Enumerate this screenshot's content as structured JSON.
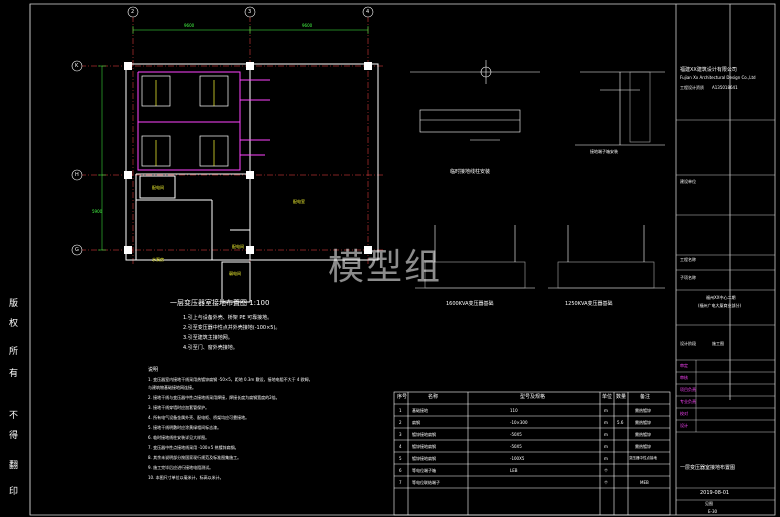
{
  "axes": {
    "col_labels": [
      "2",
      "3",
      "4"
    ],
    "row_labels": [
      "K",
      "H",
      "G"
    ],
    "dim_top_left": "9600",
    "dim_top_right": "9600",
    "dim_side": "5900"
  },
  "plan": {
    "title": "一层变压器室接地布置图 1:100",
    "notes": [
      "1.引上与设备外壳、桥架 PE 可靠接地。",
      "2.引至变压器中性点并外壳接地(-100×5)。",
      "3.引至建筑主接地网。",
      "4.引至门、窗外壳接地。"
    ],
    "room_labels": [
      "配电间",
      "水泵房",
      "配电间",
      "配电室",
      "配电间",
      "弱电间",
      "配电间"
    ]
  },
  "detail": {
    "title": "临时接地线柱安装",
    "section_title": "接地端子箱安装",
    "label_1600": "1600KVA变压器基础",
    "label_1250": "1250KVA变压器基础"
  },
  "description": {
    "title": "说明",
    "lines": [
      "1. 变压器室内接地干线采用热镀锌扁钢 -50×5，距地 0.3m 敷设，接地电阻不大于 4 欧姆，",
      "   与建筑物基础接地网连接。",
      "2. 接地干线与变压器中性点接地线采用焊接，焊接长度为扁钢宽度的2倍。",
      "3. 接地干线穿墙时应加套管保护。",
      "4. 所有电气设备金属外壳、配电柜、桥架均应可靠接地。",
      "5. 接地干线明敷时应涂黄绿相间标志漆。",
      "6. 临时接地线柱安装详见大样图。",
      "7. 变压器中性点接地线采用 -100×5 热镀锌扁钢。",
      "8. 其余未说明部分按国家现行规范及标准图集施工。",
      "9. 施工完毕后应进行接地电阻测试。",
      "10. 本图尺寸单位以毫米计，标高以米计。"
    ]
  },
  "table": {
    "headers": [
      "序号",
      "名称",
      "型号及规格",
      "单位",
      "数量",
      "备注"
    ],
    "rows": [
      [
        "1",
        "基础接地",
        "110",
        "m",
        "",
        "需热镀锌"
      ],
      [
        "2",
        "扁钢",
        "-10×300",
        "m",
        "5.6",
        "需热镀锌"
      ],
      [
        "3",
        "镀锌接地扁钢",
        "-50X5",
        "m",
        "",
        "需热镀锌"
      ],
      [
        "4",
        "镀锌接地扁钢",
        "-50X5",
        "m",
        "",
        "需热镀锌"
      ],
      [
        "5",
        "镀锌接地扁钢",
        "-100X5",
        "m",
        "",
        "变压器中性点接地"
      ],
      [
        "6",
        "等电位端子箱",
        "LEB",
        "个",
        "",
        ""
      ],
      [
        "7",
        "等电位联结端子",
        "",
        "个",
        "",
        "MEB"
      ]
    ]
  },
  "title_block": {
    "company_line1": "福建XX建筑设计有限公司",
    "company_line2": "Fujian Xx Architectural Design Co.,Ltd",
    "cert_label": "工程设计资质",
    "cert_value": "A135018641",
    "row_design_label": "建设单位",
    "row_project_label": "工程名称",
    "row_project_value": "福州XX中心二期",
    "row_subproject_label": "子项名称",
    "row_subproject_value": "(福州广电大厦商业部分)",
    "row_stage_label": "设计阶段",
    "row_stage_value": "施工图",
    "sign_rows": [
      "审定",
      "审核",
      "项目负责",
      "专业负责",
      "校对",
      "设计"
    ],
    "drawing_title": "一层变压器室接地布置图",
    "date": "2019-08-01",
    "scale": "见图",
    "drawing_no": "E-30",
    "side_notes": [
      "版",
      "权",
      "所",
      "有",
      "不",
      "得",
      "翻",
      "印"
    ]
  },
  "watermark": "模型组"
}
